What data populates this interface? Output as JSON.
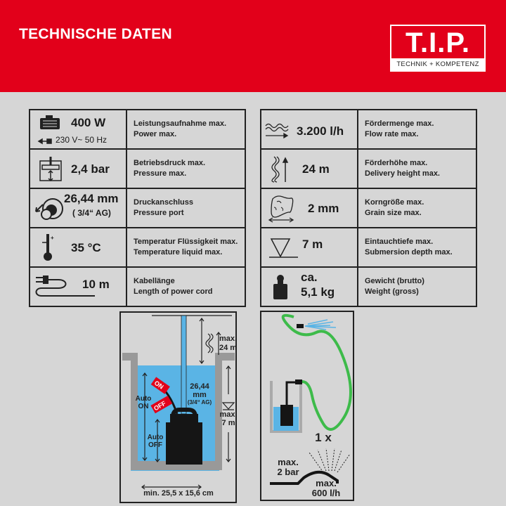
{
  "header": {
    "title": "TECHNISCHE DATEN",
    "logo": {
      "main": "T.I.P.",
      "tagline": "TECHNIK + KOMPETENZ"
    }
  },
  "colors": {
    "brand_red": "#e2001a",
    "background": "#d6d6d6",
    "water": "#5ab4e5",
    "hose": "#3dbb4a"
  },
  "specs_left": [
    {
      "icon": "motor-icon",
      "value": "400 W",
      "sub": "230 V~  50 Hz",
      "sub_icon": "plug-icon",
      "de": "Leistungsaufnahme max.",
      "en": "Power max."
    },
    {
      "icon": "pressure-icon",
      "value": "2,4 bar",
      "de": "Betriebsdruck max.",
      "en": "Pressure max."
    },
    {
      "icon": "port-icon",
      "value": "26,44 mm",
      "sub": "( 3/4“ AG)",
      "de": "Druckanschluss",
      "en": "Pressure port"
    },
    {
      "icon": "thermometer-icon",
      "value": "35 °C",
      "de": "Temperatur  Flüssigkeit max.",
      "en": "Temperature liquid max."
    },
    {
      "icon": "power-cord-icon",
      "value": "10 m",
      "de": "Kabellänge",
      "en": "Length of power cord"
    }
  ],
  "specs_right": [
    {
      "icon": "flow-icon",
      "value": "3.200 l/h",
      "de": "Fördermenge max.",
      "en": "Flow rate max."
    },
    {
      "icon": "height-icon",
      "value": "24 m",
      "de": "Förderhöhe max.",
      "en": "Delivery height max."
    },
    {
      "icon": "grain-icon",
      "value": "2 mm",
      "de": "Korngröße max.",
      "en": "Grain size max."
    },
    {
      "icon": "submersion-icon",
      "value": "7 m",
      "de": "Eintauchtiefe max.",
      "en": "Submersion depth max."
    },
    {
      "icon": "weight-icon",
      "value": "ca.",
      "value2": "5,1 kg",
      "de": "Gewicht (brutto)",
      "en": "Weight (gross)"
    }
  ],
  "diagram_left": {
    "height1": "max.",
    "height2": "24 m",
    "port1": "26,44",
    "port2": "mm",
    "port3": "(3/4“ AG)",
    "depth1": "max.",
    "depth2": "7 m",
    "on": "ON",
    "off": "OFF",
    "auto_on1": "Auto",
    "auto_on2": "ON",
    "auto_off1": "Auto",
    "auto_off2": "OFF",
    "min_size": "min. 25,5 x 15,6 cm"
  },
  "diagram_right": {
    "count": "1 x",
    "pressure1": "max.",
    "pressure2": "2 bar",
    "flow1": "max.",
    "flow2": "600 l/h"
  }
}
